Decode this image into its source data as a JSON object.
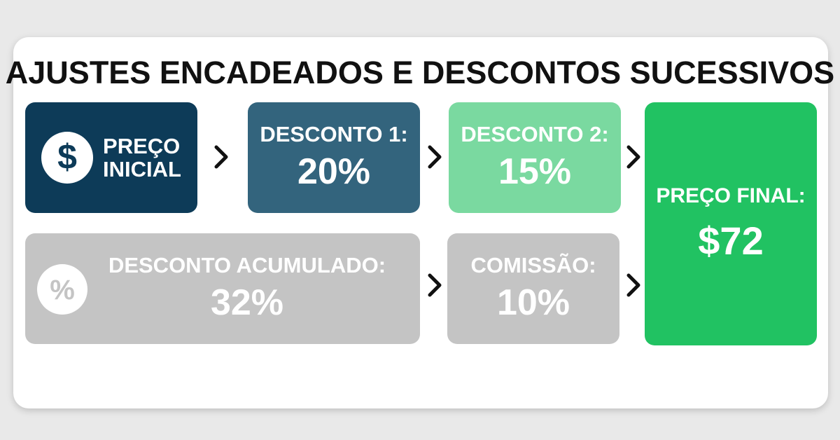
{
  "title": "AJUSTES ENCADEADOS E DESCONTOS SUCESSIVOS",
  "initial_price": {
    "label_line1": "PREÇO",
    "label_line2": "INICIAL",
    "icon": "dollar-circle-icon"
  },
  "discount1": {
    "label": "DESCONTO 1:",
    "value": "20%"
  },
  "discount2": {
    "label": "DESCONTO 2:",
    "value": "15%"
  },
  "final_price": {
    "label": "PREÇO FINAL:",
    "value": "$72"
  },
  "accumulated": {
    "label": "DESCONTO ACUMULADO:",
    "value": "32%",
    "icon": "percent-circle-icon"
  },
  "commission": {
    "label": "COMISSÃO:",
    "value": "10%"
  },
  "colors": {
    "initial": "#0d3b58",
    "discount1": "#33647d",
    "discount2": "#7ad9a0",
    "final": "#21c262",
    "muted": "#c4c4c4"
  }
}
